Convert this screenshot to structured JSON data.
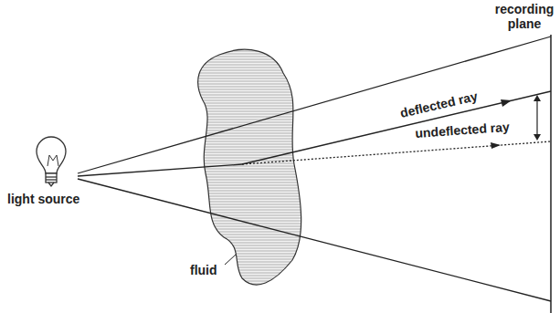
{
  "diagram": {
    "labels": [
      "recording plane",
      "deflected ray",
      "undeflected ray",
      "light source",
      "fluid"
    ]
  }
}
